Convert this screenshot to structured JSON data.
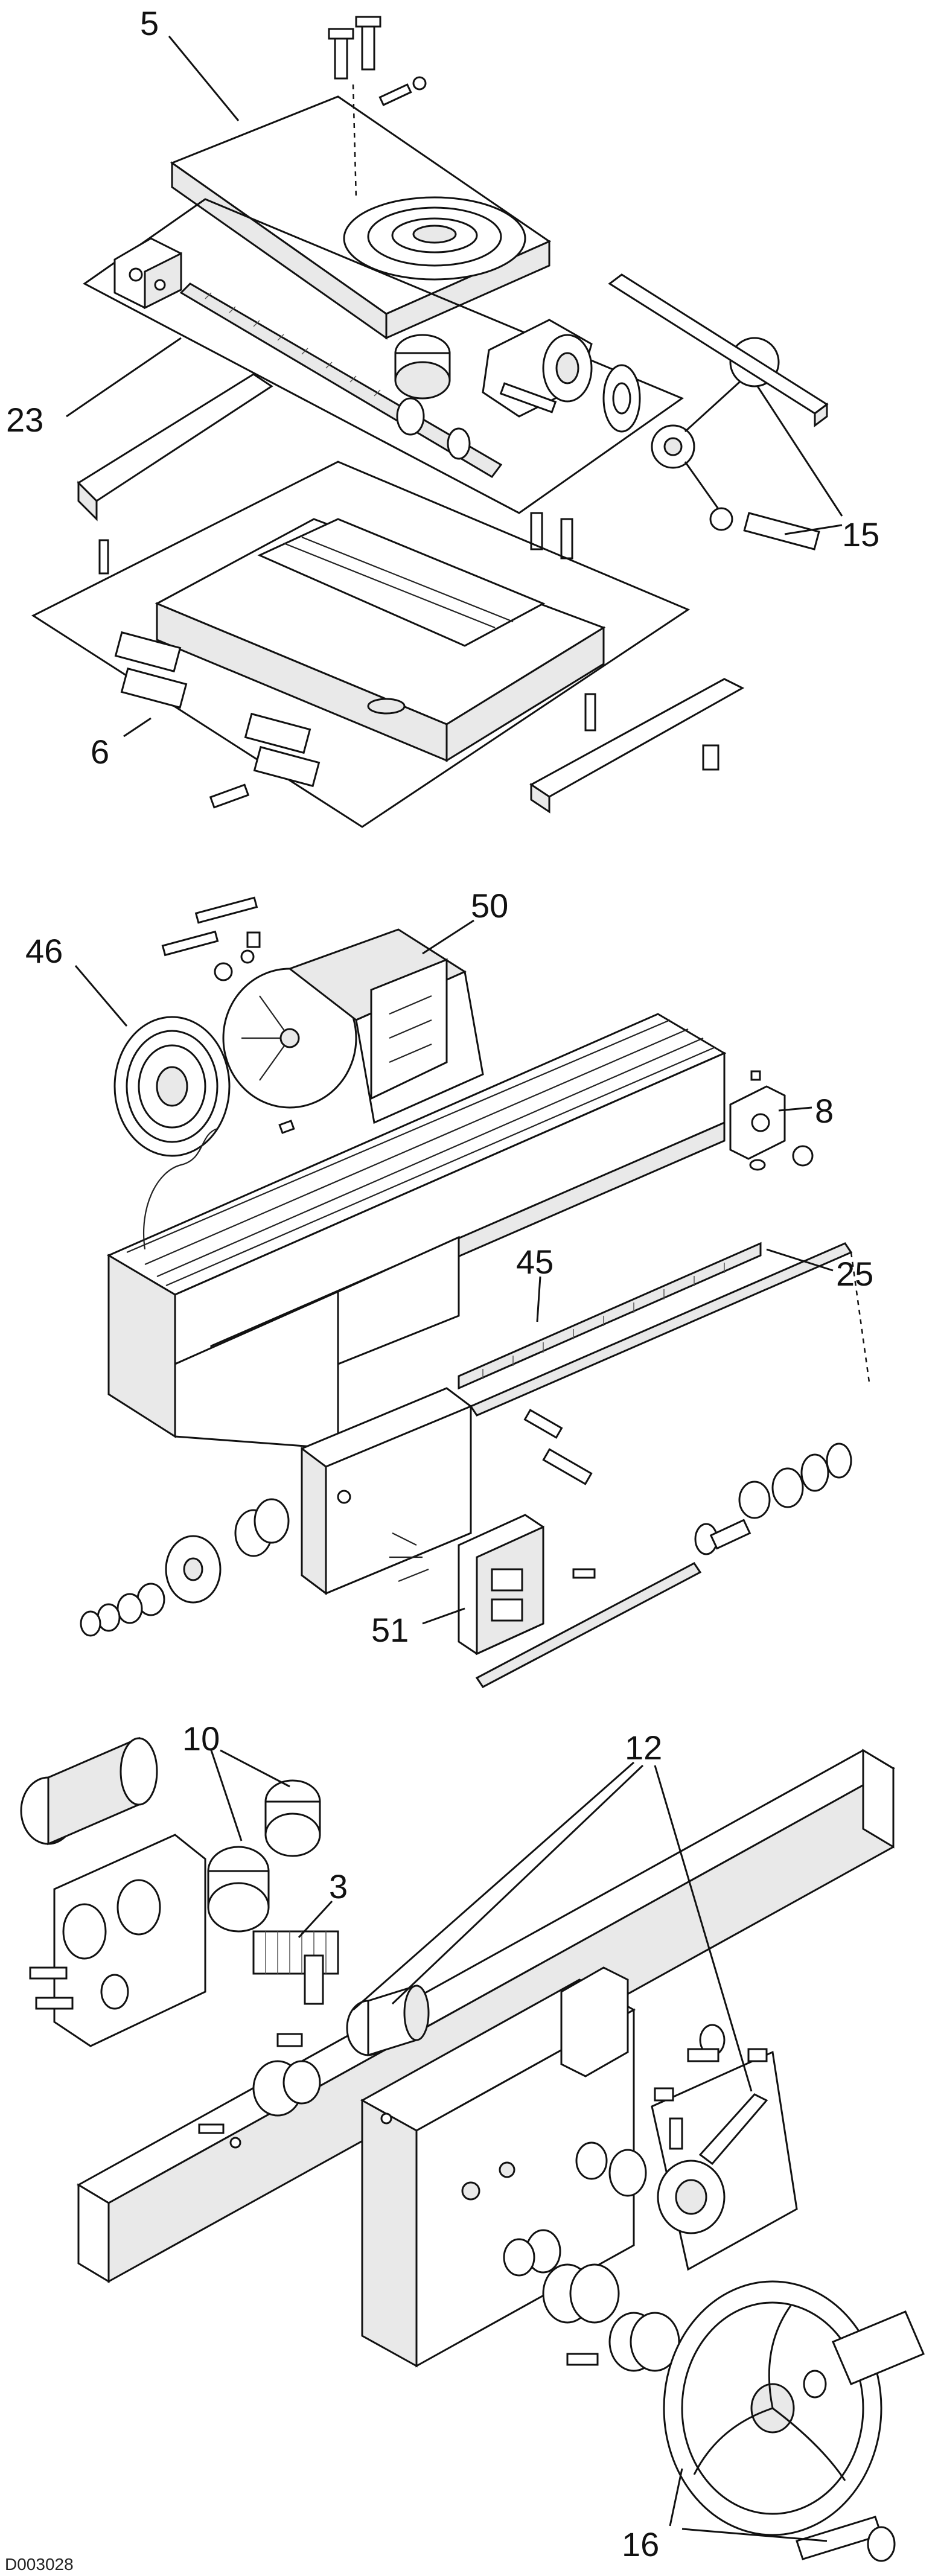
{
  "document_id": "D003028",
  "panels": [
    {
      "id": "cross-slide-assembly",
      "callouts": [
        {
          "number": "5"
        },
        {
          "number": "23"
        },
        {
          "number": "15"
        },
        {
          "number": "6"
        }
      ]
    },
    {
      "id": "lathe-bed-assembly",
      "callouts": [
        {
          "number": "50"
        },
        {
          "number": "46"
        },
        {
          "number": "8"
        },
        {
          "number": "45"
        },
        {
          "number": "25"
        },
        {
          "number": "51"
        }
      ]
    },
    {
      "id": "apron-assembly",
      "callouts": [
        {
          "number": "10"
        },
        {
          "number": "12"
        },
        {
          "number": "3"
        },
        {
          "number": "16"
        }
      ]
    }
  ]
}
